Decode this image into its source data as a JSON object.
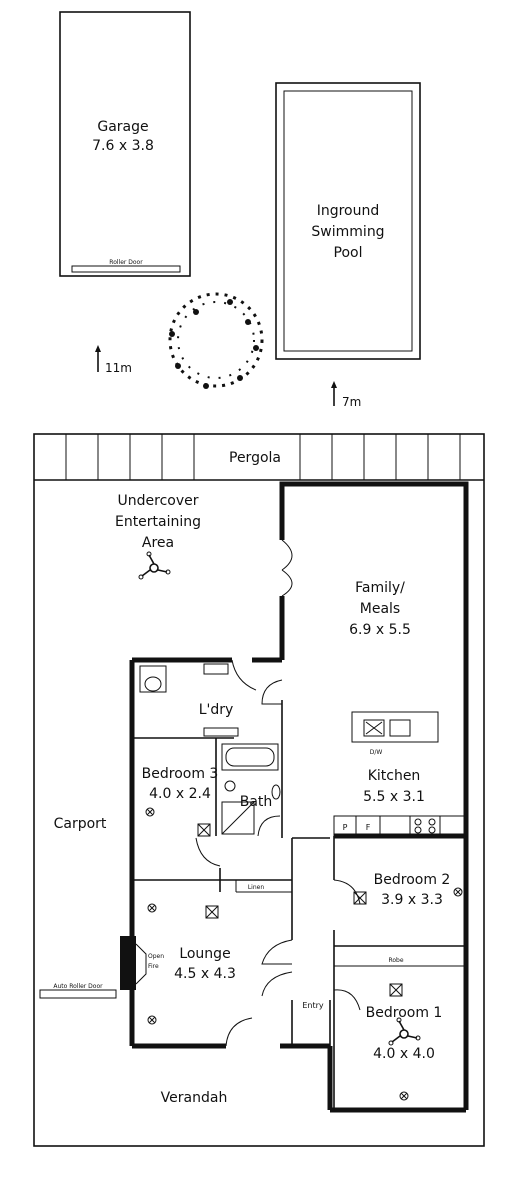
{
  "labels": {
    "garage": "Garage",
    "garage_size": "7.6 x 3.8",
    "roller_door": "Roller Door",
    "pool_1": "Inground",
    "pool_2": "Swimming",
    "pool_3": "Pool",
    "dist_11": "11m",
    "dist_7": "7m",
    "pergola": "Pergola",
    "undercover_1": "Undercover",
    "undercover_2": "Entertaining",
    "undercover_3": "Area",
    "family_1": "Family/",
    "family_2": "Meals",
    "family_size": "6.9 x 5.5",
    "ldry": "L'dry",
    "dw": "D/W",
    "kitchen": "Kitchen",
    "kitchen_size": "5.5 x 3.1",
    "bed3": "Bedroom 3",
    "bed3_size": "4.0 x 2.4",
    "bath": "Bath",
    "carport": "Carport",
    "fridge_p": "P",
    "fridge_f": "F",
    "bed2": "Bedroom 2",
    "bed2_size": "3.9 x 3.3",
    "linen": "Linen",
    "robe": "Robe",
    "lounge": "Lounge",
    "lounge_size": "4.5 x 4.3",
    "open_fire_1": "Open",
    "open_fire_2": "Fire",
    "auto_roller": "Auto Roller Door",
    "entry": "Entry",
    "bed1": "Bedroom 1",
    "bed1_size": "4.0 x 4.0",
    "verandah": "Verandah"
  }
}
